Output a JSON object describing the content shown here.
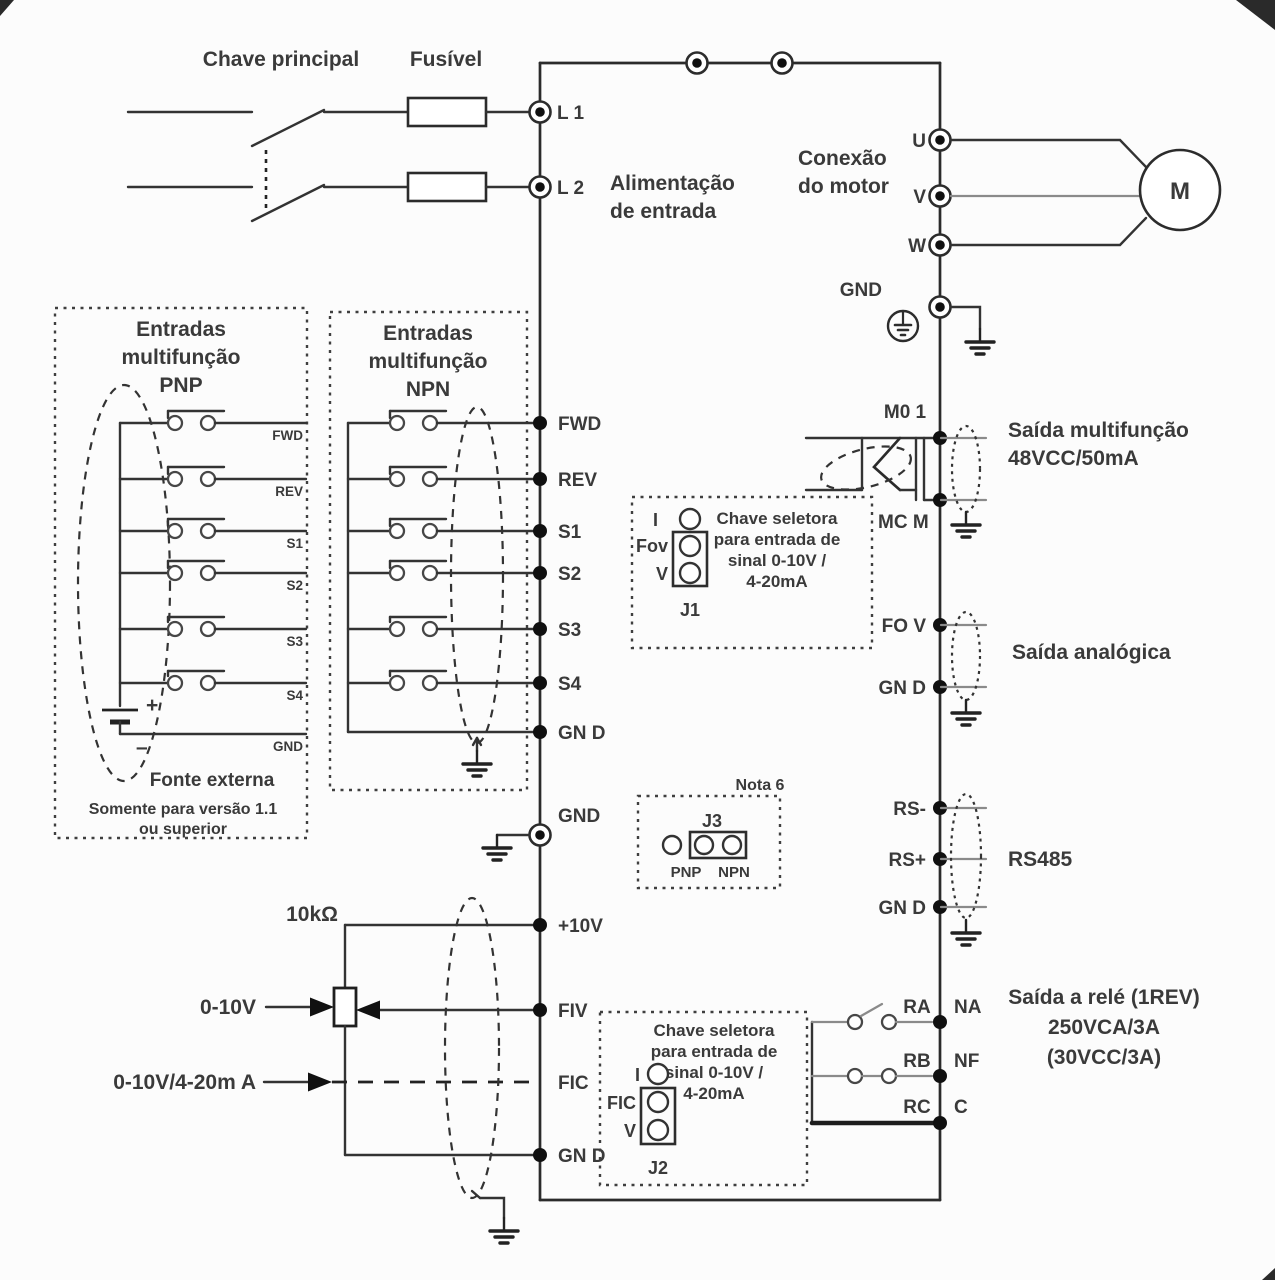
{
  "colors": {
    "line": "#333333",
    "gray_wire": "#8a8a8a",
    "text": "#3a3a3a",
    "background": "#fcfcfc"
  },
  "power": {
    "main_switch": "Chave principal",
    "fuse": "Fusível",
    "l1": "L 1",
    "l2": "L 2",
    "supply_1": "Alimentação",
    "supply_2": "de entrada"
  },
  "motor": {
    "section_1": "Conexão",
    "section_2": "do motor",
    "u": "U",
    "v": "V",
    "w": "W",
    "gnd": "GND",
    "m": "M"
  },
  "pnp": {
    "title_1": "Entradas",
    "title_2": "multifunção",
    "title_3": "PNP",
    "rows": [
      "FWD",
      "REV",
      "S1",
      "S2",
      "S3",
      "S4",
      "GND"
    ],
    "plus": "+",
    "minus": "–",
    "source": "Fonte externa",
    "note_1": "Somente para versão 1.1",
    "note_2": "ou superior"
  },
  "npn": {
    "title_1": "Entradas",
    "title_2": "multifunção",
    "title_3": "NPN"
  },
  "bus": {
    "fwd": "FWD",
    "rev": "REV",
    "s1": "S1",
    "s2": "S2",
    "s3": "S3",
    "s4": "S4",
    "gnd": "GN D"
  },
  "shield_gnd": {
    "label": "GND"
  },
  "analog_in": {
    "pot": "10kΩ",
    "p10": "+10V",
    "fiv": "FIV",
    "fic": "FIC",
    "gnd": "GN D",
    "range_v": "0-10V",
    "range_vc": "0-10V/4-20m A"
  },
  "j1": {
    "name": "J1",
    "i": "I",
    "fov": "Fov",
    "v": "V",
    "text_1": "Chave seletora",
    "text_2": "para entrada de",
    "text_3": "sinal 0-10V /",
    "text_4": "4-20mA"
  },
  "j2": {
    "name": "J2",
    "i": "I",
    "fic": "FIC",
    "v": "V",
    "text_1": "Chave seletora",
    "text_2": "para entrada de",
    "text_3": "sinal 0-10V /",
    "text_4": "4-20mA"
  },
  "j3": {
    "name": "J3",
    "note": "Nota 6",
    "pnp": "PNP",
    "npn": "NPN"
  },
  "multi_out": {
    "m01": "M0 1",
    "mcm": "MC M",
    "label_1": "Saída multifunção",
    "label_2": "48VCC/50mA"
  },
  "analog_out": {
    "fov": "FO V",
    "gnd": "GN D",
    "label": "Saída analógica"
  },
  "rs485": {
    "rs_minus": "RS-",
    "rs_plus": "RS+",
    "gnd": "GN D",
    "label": "RS485"
  },
  "relay": {
    "ra": "RA",
    "rb": "RB",
    "rc": "RC",
    "na": "NA",
    "nf": "NF",
    "c": "C",
    "label_1": "Saída a relé (1REV)",
    "label_2": "250VCA/3A",
    "label_3": "(30VCC/3A)"
  }
}
